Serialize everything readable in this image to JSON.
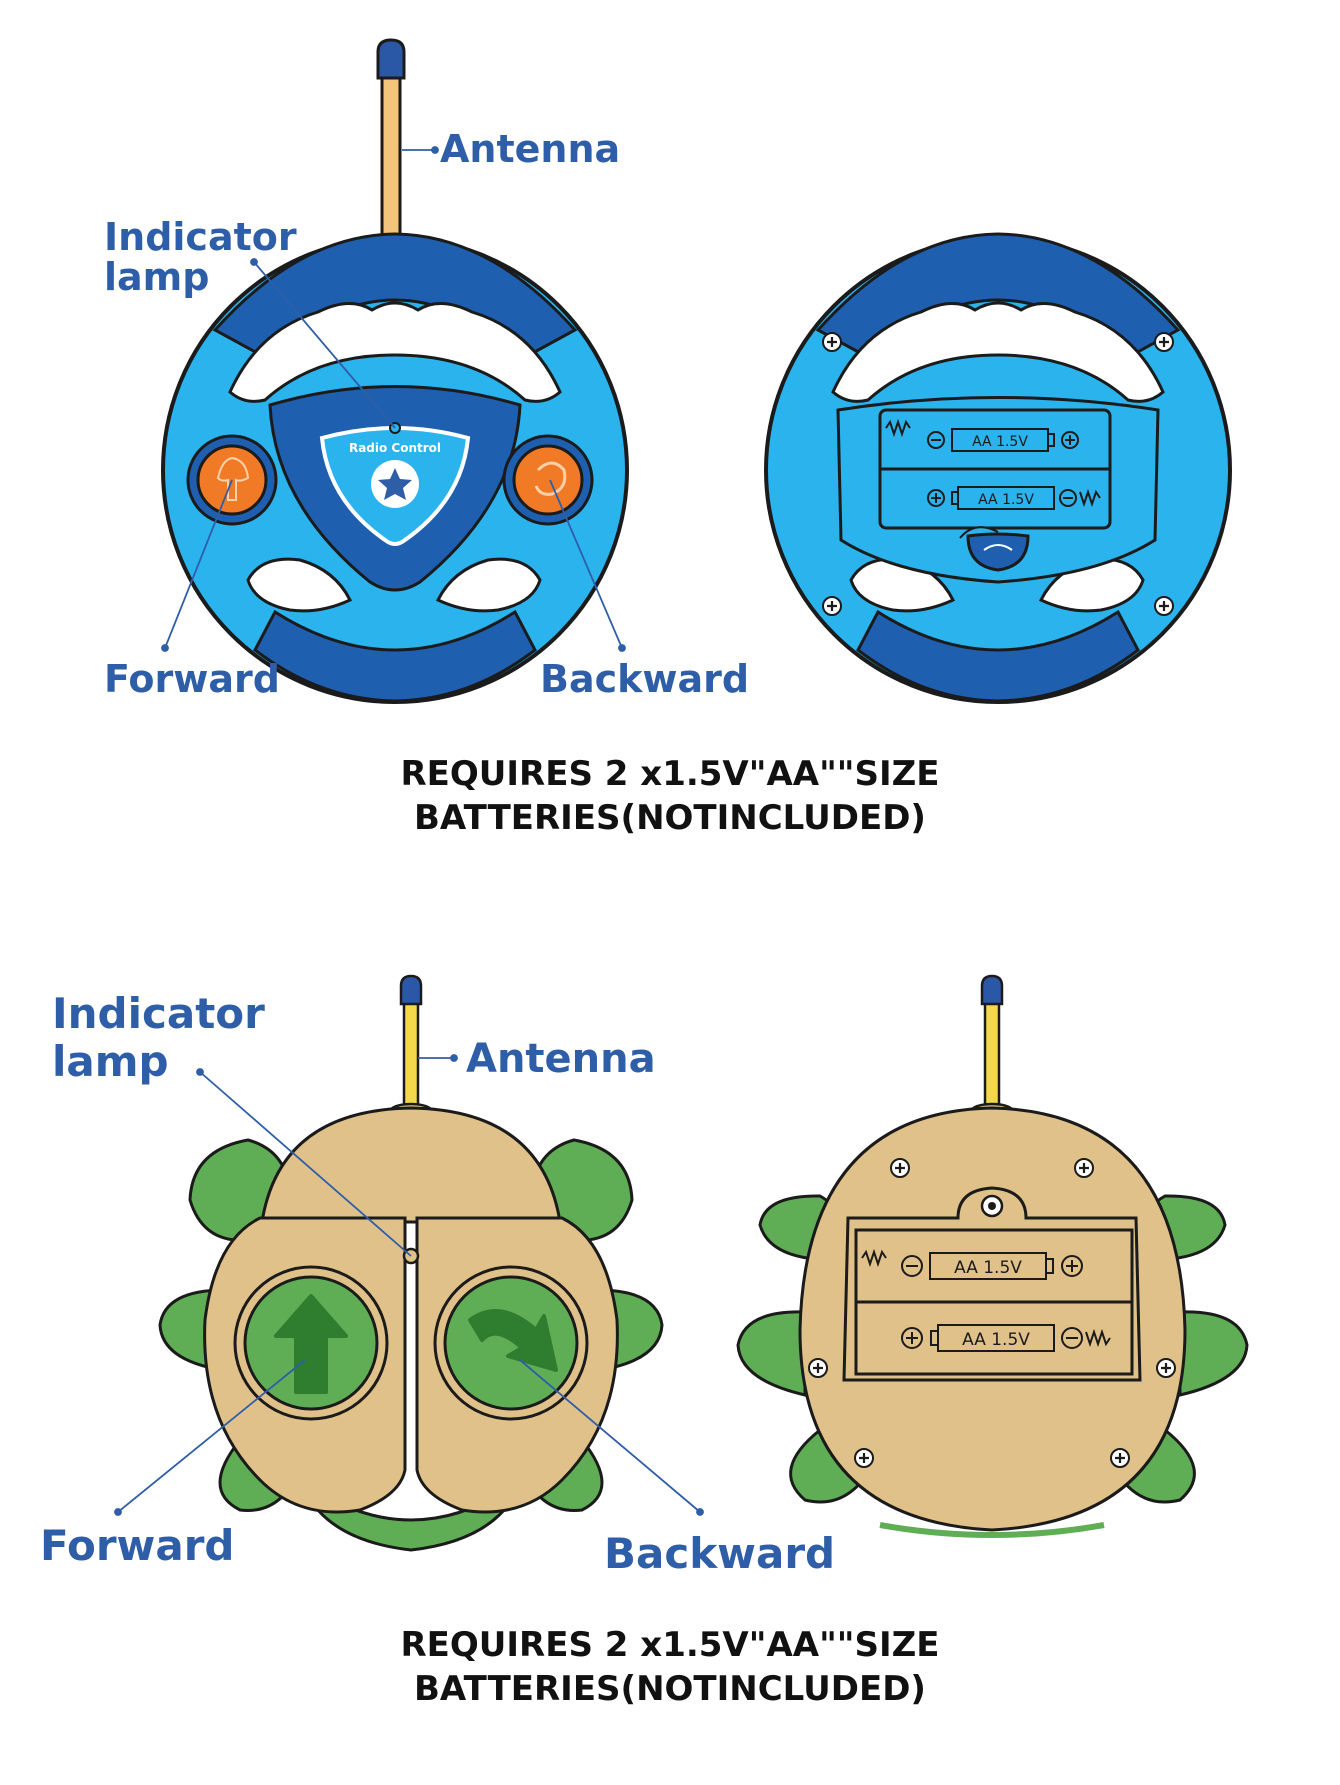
{
  "steering_remote": {
    "labels": {
      "antenna": "Antenna",
      "indicator_line1": "Indicator",
      "indicator_line2": "lamp",
      "forward": "Forward",
      "backward": "Backward",
      "badge": "Radio Control"
    },
    "battery_labels": [
      "AA 1.5V",
      "AA 1.5V"
    ],
    "requirement_line1": "REQUIRES 2 x1.5V\"AA\"\"SIZE",
    "requirement_line2": "BATTERIES(NOTINCLUDED)"
  },
  "turtle_remote": {
    "labels": {
      "antenna": "Antenna",
      "indicator_line1": "Indicator",
      "indicator_line2": "lamp",
      "forward": "Forward",
      "backward": "Backward"
    },
    "battery_labels": [
      "AA 1.5V",
      "AA 1.5V"
    ],
    "requirement_line1": "REQUIRES 2 x1.5V\"AA\"\"SIZE",
    "requirement_line2": "BATTERIES(NOTINCLUDED)"
  },
  "colors": {
    "label_blue": "#2f5ea8",
    "wheel_light": "#2bb3ee",
    "wheel_dark": "#1f5fb0",
    "button_orange": "#f07a26",
    "shell_tan": "#e1c18a",
    "turtle_green": "#5fae55",
    "button_green": "#67b85b",
    "arrow_green": "#2f7d2e"
  }
}
